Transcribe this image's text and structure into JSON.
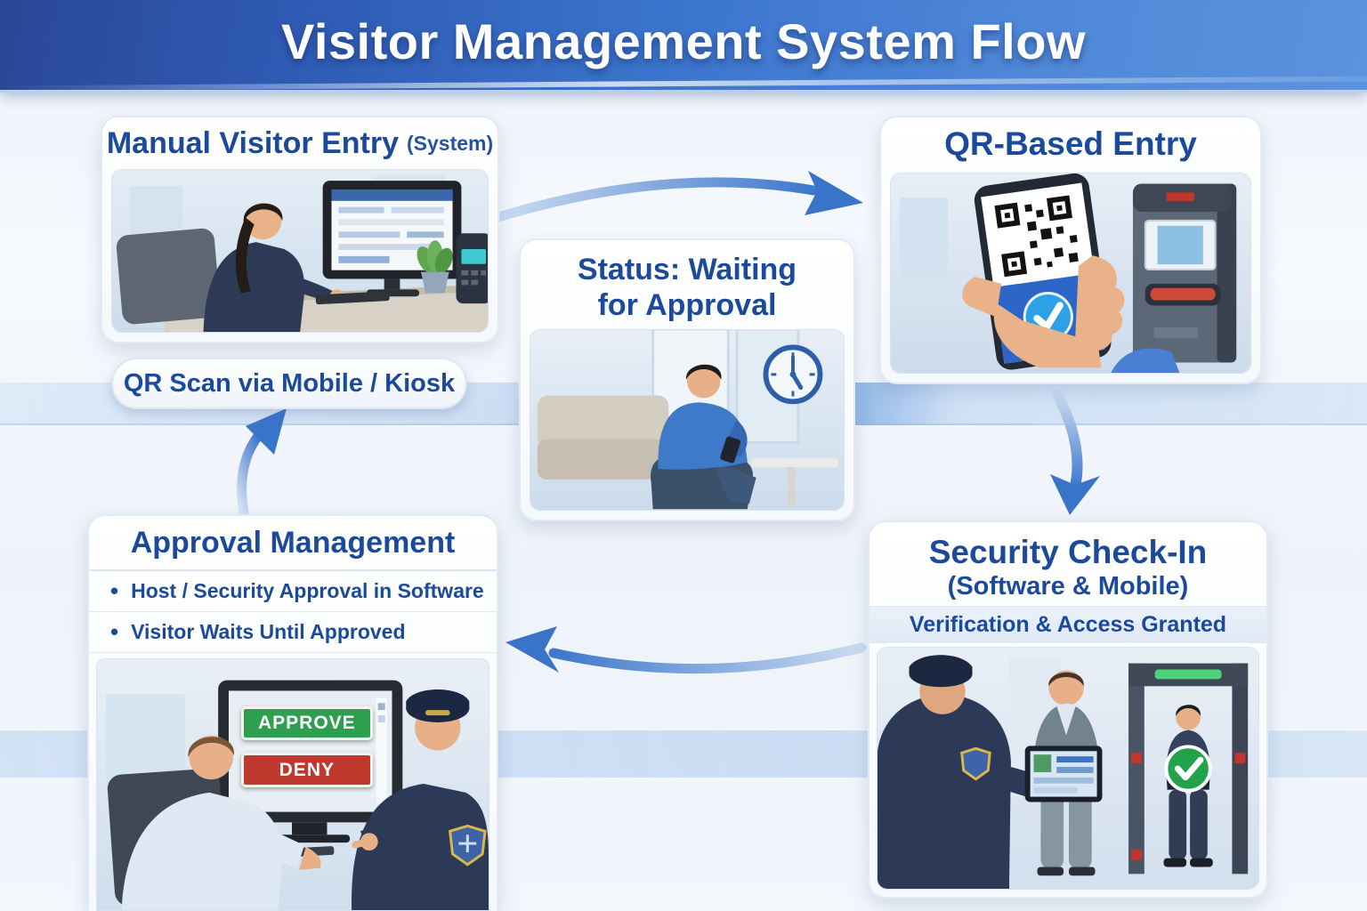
{
  "header": {
    "title": "Visitor Management System Flow"
  },
  "panels": {
    "manual_entry": {
      "title": "Manual Visitor Entry",
      "title_suffix": "(System)"
    },
    "qr_scan_pill": {
      "label": "QR Scan via Mobile / Kiosk"
    },
    "waiting_status": {
      "title_line1": "Status: Waiting",
      "title_line2": "for Approval"
    },
    "qr_entry": {
      "title": "QR-Based Entry"
    },
    "approval": {
      "title": "Approval Management",
      "bullets": [
        {
          "label": "Host / Security Approval in Software"
        },
        {
          "label": "Visitor Waits Until Approved"
        }
      ],
      "approve_button": "APPROVE",
      "deny_button": "DENY"
    },
    "security": {
      "title": "Security Check-In",
      "subtitle": "(Software & Mobile)",
      "note": "Verification & Access Granted"
    }
  },
  "icons": {
    "checkmark_glyph": "✓",
    "names": [
      "qr-code-icon",
      "checkmark-icon",
      "clock-icon",
      "flow-arrow-icon",
      "security-badge-icon",
      "metal-detector"
    ]
  },
  "colors": {
    "heading_blue": "#1b4a9b",
    "banner_dark": "#2b4796",
    "banner_light": "#5b93dc",
    "approve_green": "#2e9e4f",
    "deny_red": "#c0392f",
    "arrow_blue": "#3a74c9",
    "check_blue": "#2da0e8",
    "check_green": "#21a24b"
  }
}
